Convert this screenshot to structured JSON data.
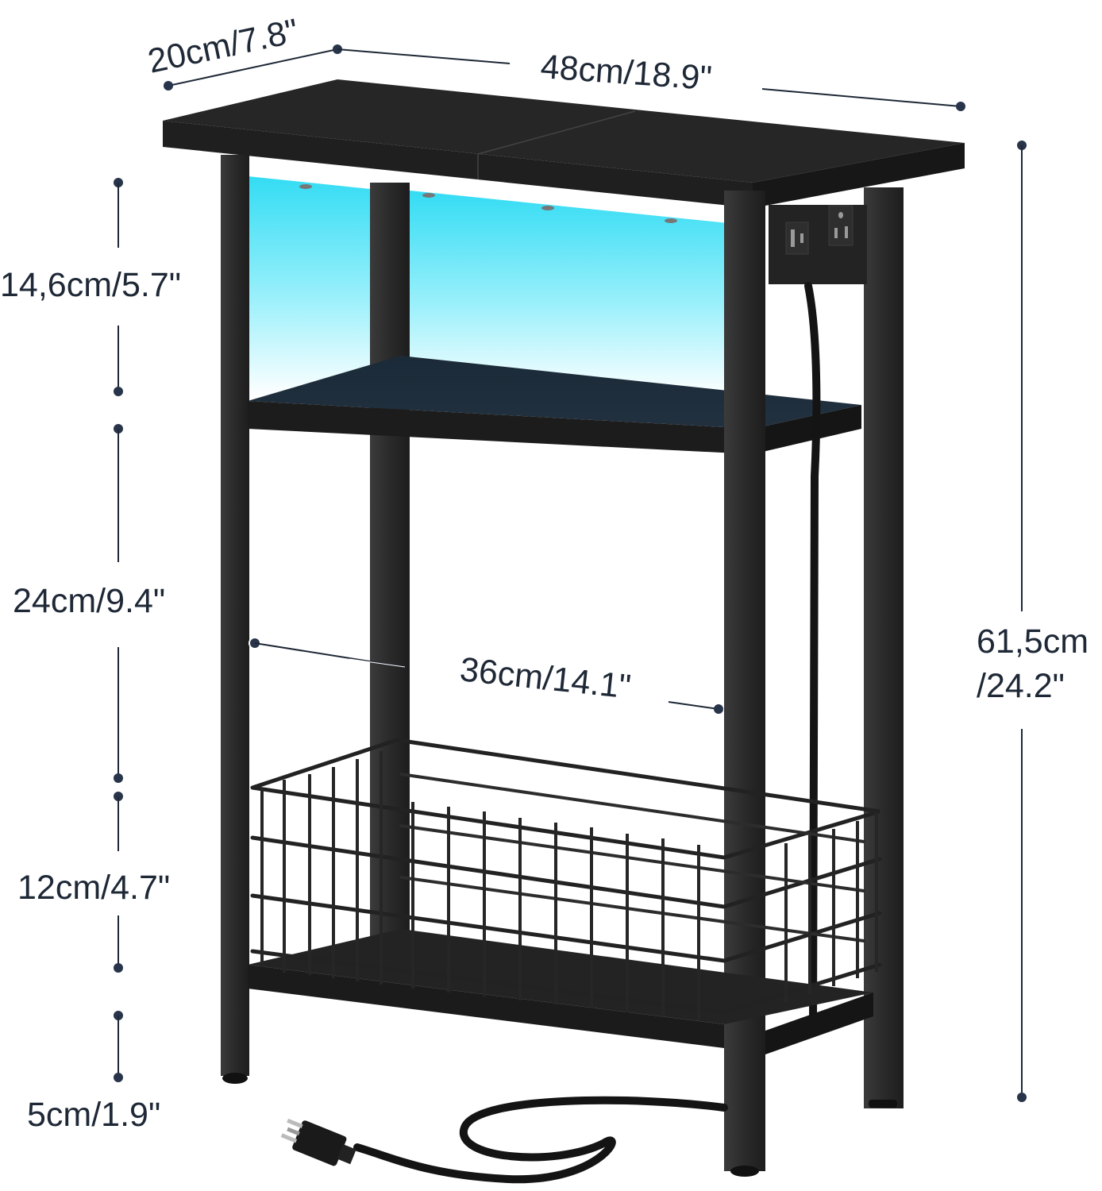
{
  "product": {
    "name": "end-table-with-charging-station",
    "features": [
      "led-light-strip",
      "power-outlets",
      "usb-ports",
      "wire-basket",
      "open-shelf",
      "power-cord-plug"
    ],
    "colors": {
      "frame": "#2b2b2b",
      "wood": "#262626",
      "led_glow_top": "#3fe0f5",
      "led_glow_bottom": "#ffffff",
      "annotation": "#1e2836"
    }
  },
  "dimensions": {
    "depth": {
      "label": "20cm/7.8\"",
      "cm": 20,
      "in": 7.8
    },
    "width": {
      "label": "48cm/18.9\"",
      "cm": 48,
      "in": 18.9
    },
    "top_shelf_gap": {
      "label": "14,6cm/5.7\"",
      "cm": 14.6,
      "in": 5.7
    },
    "middle_gap": {
      "label": "24cm/9.4\"",
      "cm": 24,
      "in": 9.4
    },
    "basket_height": {
      "label": "12cm/4.7\"",
      "cm": 12,
      "in": 4.7
    },
    "floor_clearance": {
      "label": "5cm/1.9\"",
      "cm": 5,
      "in": 1.9
    },
    "inner_width": {
      "label": "36cm/14.1\"",
      "cm": 36,
      "in": 14.1
    },
    "total_height": {
      "label_line1": "61,5cm",
      "label_line2": "/24.2\"",
      "cm": 61.5,
      "in": 24.2
    }
  }
}
